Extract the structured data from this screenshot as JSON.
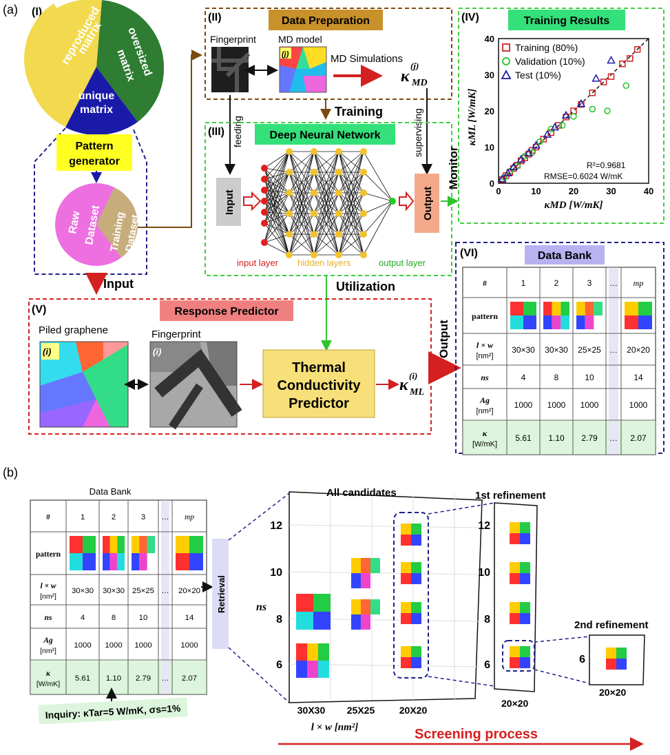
{
  "labels": {
    "a": "(a)",
    "b": "(b)",
    "I": "(I)",
    "II": "(II)",
    "III": "(III)",
    "IV": "(IV)",
    "V": "(V)",
    "VI": "(VI)"
  },
  "pie": {
    "reproduced": "reproduced",
    "matrix1": "matrix",
    "oversized": "oversized",
    "matrix2": "matrix",
    "unique": "unique",
    "matrix3": "matrix",
    "pattern_generator_1": "Pattern",
    "pattern_generator_2": "generator",
    "raw": "Raw",
    "dataset1": "Dataset",
    "training": "Training",
    "dataset2": "Dataset",
    "input_arrow": "Input"
  },
  "prep": {
    "title": "Data Preparation",
    "fingerprint": "Fingerprint",
    "md_model": "MD model",
    "md_sim": "MD Simulations",
    "j": "(j)",
    "kappa_md": "κ",
    "kappa_md_sub": "MD",
    "kappa_md_sup": "(j)",
    "training": "Training",
    "feeding": "feeding",
    "supervising": "supervising"
  },
  "dnn": {
    "title": "Deep Neural Network",
    "input": "Input",
    "output": "Output",
    "input_layer": "input layer",
    "hidden_layers": "hidden layers",
    "output_layer": "output layer",
    "monitor": "Monitor",
    "utilization": "Utilization"
  },
  "results": {
    "title": "Training Results",
    "legend": [
      "Training (80%)",
      "Validation (10%)",
      "Test (10%)"
    ],
    "r2": "R²=0.9681",
    "rmse": "RMSE=0.6024 W/mK",
    "xlabel": "κMD [W/mK]",
    "ylabel": "κML [W/mK]",
    "ticks": [
      "0",
      "10",
      "20",
      "30",
      "40"
    ]
  },
  "predictor": {
    "title": "Response Predictor",
    "piled": "Piled graphene",
    "fingerprint": "Fingerprint",
    "i1": "(i)",
    "i2": "(i)",
    "box1": "Thermal",
    "box2": "Conductivity",
    "box3": "Predictor",
    "kappa": "κ",
    "kappa_sub": "ML",
    "kappa_sup": "(i)",
    "output": "Output"
  },
  "databank": {
    "title": "Data Bank",
    "header": [
      "#",
      "1",
      "2",
      "3",
      "…",
      "mp"
    ],
    "rows": [
      {
        "label": "pattern",
        "sub": "",
        "values": [
          "",
          "",
          "",
          "",
          ""
        ]
      },
      {
        "label": "l × w",
        "sub": "[nm²]",
        "values": [
          "30×30",
          "30×30",
          "25×25",
          "…",
          "20×20"
        ]
      },
      {
        "label": "ns",
        "sub": "",
        "values": [
          "4",
          "8",
          "10",
          "",
          "14"
        ]
      },
      {
        "label": "Ag",
        "sub": "[nm²]",
        "values": [
          "1000",
          "1000",
          "1000",
          "",
          "1000"
        ]
      },
      {
        "label": "κ",
        "sub": "[W/mK]",
        "values": [
          "5.61",
          "1.10",
          "2.79",
          "…",
          "2.07"
        ]
      }
    ]
  },
  "screen": {
    "databank_title": "Data Bank",
    "inquiry": "Inquiry: κTar=5 W/mK, σs=1%",
    "retrieval": "Retrieval",
    "all": "All candidates",
    "r1": "1st refinement",
    "r2": "2nd refinement",
    "ylabel": "ns",
    "yticks": [
      "12",
      "10",
      "8",
      "6"
    ],
    "xticks": [
      "30X30",
      "25X25",
      "20X20"
    ],
    "xlabel": "l × w [nm²]",
    "r1x": "20×20",
    "r2x": "20×20",
    "r2y": "6",
    "process": "Screening process"
  },
  "colors": {
    "yellow": "#f2d94e",
    "green": "#2e7d32",
    "blue": "#1a1aa8",
    "pink": "#ee6fe0",
    "tan": "#c7ad7c",
    "navy_dash": "#1f1f8a",
    "brown_dash": "#7a4a10",
    "green_dash": "#3fcf3f",
    "red_dash": "#d42020",
    "title_orange": "#c9912a",
    "title_green": "#33e07a",
    "title_pink": "#f08080",
    "title_lav": "#b8b2f0",
    "table_green": "#dcf5dc"
  },
  "chart_data": {
    "type": "scatter",
    "title": "Training Results",
    "xlabel": "κMD [W/mK]",
    "ylabel": "κML [W/mK]",
    "xlim": [
      0,
      40
    ],
    "ylim": [
      0,
      40
    ],
    "series": [
      {
        "name": "Training (80%)",
        "x": [
          1,
          2,
          3,
          4,
          5,
          6,
          7,
          8,
          9,
          10,
          12,
          14,
          16,
          18,
          20,
          22,
          25,
          28,
          30,
          33,
          35,
          37
        ],
        "y": [
          1,
          2.1,
          3,
          4.1,
          5,
          6.2,
          7,
          8,
          9.1,
          10,
          12.2,
          14,
          16,
          18.3,
          20,
          21.8,
          25,
          28,
          29.5,
          33,
          34.5,
          37
        ]
      },
      {
        "name": "Validation (10%)",
        "x": [
          1.5,
          3,
          5,
          7,
          9,
          11,
          14,
          17,
          20,
          25,
          29,
          34
        ],
        "y": [
          1.6,
          3.3,
          4.8,
          7.5,
          8.5,
          11.5,
          15,
          16,
          18.5,
          20.5,
          20,
          27
        ]
      },
      {
        "name": "Test (10%)",
        "x": [
          1,
          2.5,
          4,
          6,
          8,
          10,
          13,
          15,
          18,
          22,
          26,
          30
        ],
        "y": [
          1.2,
          2.8,
          4.5,
          6.6,
          8.4,
          10.5,
          13.5,
          15.5,
          18.8,
          22,
          29,
          34
        ]
      }
    ]
  }
}
